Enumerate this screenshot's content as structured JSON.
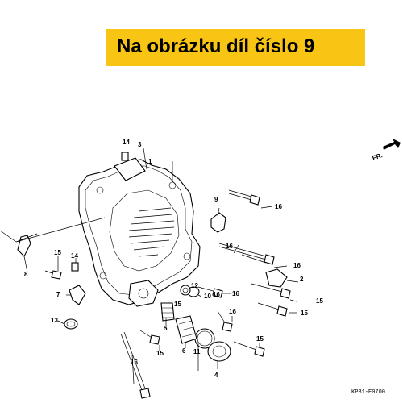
{
  "banner": {
    "text": "Na obrázku díl číslo 9",
    "color": "#f9c515"
  },
  "direction": {
    "label": "FR."
  },
  "drawing_code": "KPB1-E0700",
  "callouts": [
    "1",
    "2",
    "3",
    "4",
    "5",
    "6",
    "7",
    "8",
    "9",
    "10",
    "11",
    "12",
    "13",
    "14",
    "14",
    "15",
    "15",
    "15",
    "15",
    "15",
    "15",
    "16",
    "16",
    "16",
    "16",
    "16",
    "16",
    "16"
  ]
}
